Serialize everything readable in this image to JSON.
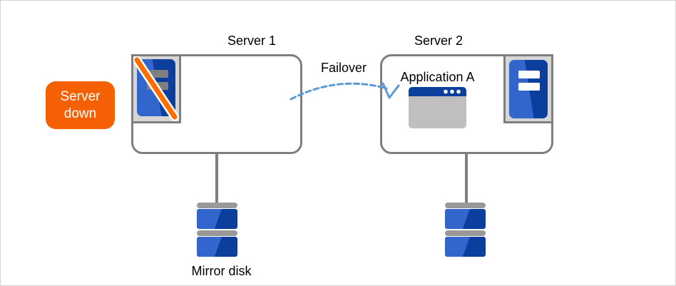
{
  "badge": {
    "label": "Server down",
    "bg_color": "#F56005",
    "text_color": "#FFFFFF"
  },
  "servers": [
    {
      "title": "Server 1",
      "status": "down"
    },
    {
      "title": "Server 2",
      "status": "up",
      "application_label": "Application A"
    }
  ],
  "failover": {
    "label": "Failover",
    "arrow_color": "#5B9BD5"
  },
  "mirror_disk": {
    "label": "Mirror disk"
  },
  "colors": {
    "box_border": "#7F7F7F",
    "icon_frame_bg": "#D6D6D6",
    "server_blue_light": "#3366CC",
    "server_blue_dark": "#0C3E9E",
    "server_down_bars": "#7F7F7F",
    "slash_orange": "#FF6D00",
    "disk_cap_gray": "#999999",
    "app_titlebar_blue": "#0B3F9E",
    "app_body_gray": "#BFBFBF",
    "badge_orange": "#F56005"
  }
}
